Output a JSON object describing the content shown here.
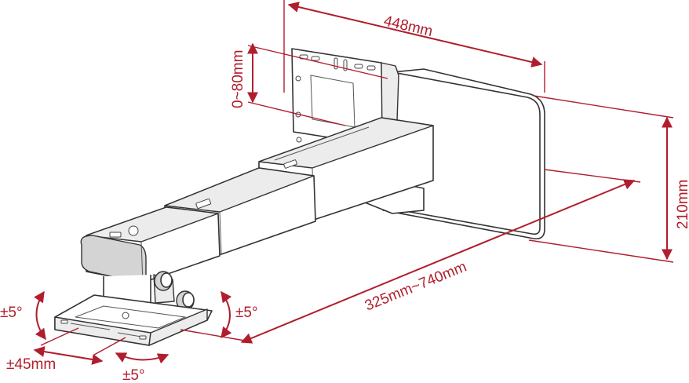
{
  "dimensions": {
    "width_label": "448mm",
    "vertical_adjust_label": "0~80mm",
    "height_label": "210mm",
    "extension_label": "325mm~740mm",
    "tilt_left_label": "±5°",
    "tilt_right_label": "±5°",
    "swivel_label": "±5°",
    "shift_label": "±45mm"
  },
  "colors": {
    "dimension": "#b01e2d",
    "outline": "#333333"
  }
}
